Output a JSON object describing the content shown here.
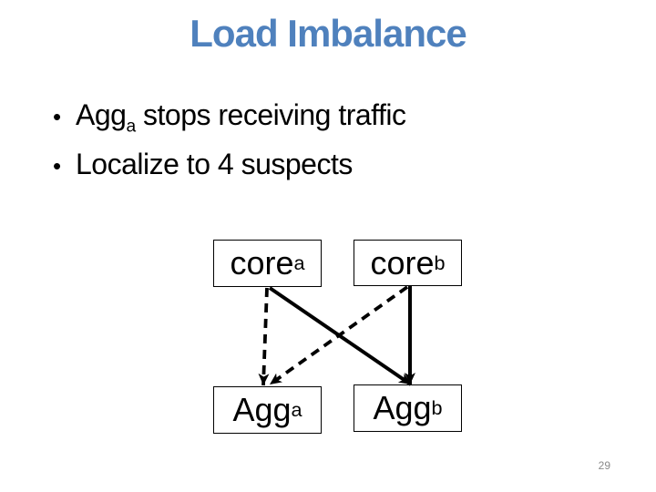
{
  "slide": {
    "title": "Load Imbalance",
    "bullet_char": "•",
    "bullets": [
      {
        "prefix": "Agg",
        "sub": "a",
        "rest": " stops receiving traffic"
      },
      {
        "text": "Localize to 4 suspects"
      }
    ],
    "page_number": "29"
  },
  "diagram": {
    "nodes": [
      {
        "id": "core-a",
        "base": "core",
        "sub": "a"
      },
      {
        "id": "core-b",
        "base": "core",
        "sub": "b"
      },
      {
        "id": "agg-a",
        "base": "Agg",
        "sub": "a"
      },
      {
        "id": "agg-b",
        "base": "Agg",
        "sub": "b"
      }
    ],
    "edges": [
      {
        "from": "core-a",
        "to": "agg-a",
        "style": "dashed"
      },
      {
        "from": "core-a",
        "to": "agg-b",
        "style": "solid"
      },
      {
        "from": "core-b",
        "to": "agg-a",
        "style": "dashed"
      },
      {
        "from": "core-b",
        "to": "agg-b",
        "style": "solid"
      }
    ]
  },
  "colors": {
    "title": "#4F81BD",
    "text": "#000000",
    "line": "#000000",
    "page_number": "#8a8a8a",
    "background": "#ffffff"
  }
}
